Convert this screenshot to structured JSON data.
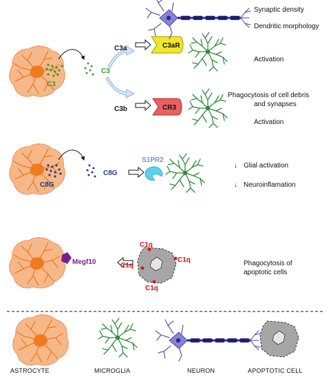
{
  "colors": {
    "astrocyte_fill": "#f6b889",
    "astrocyte_stroke": "#e8782e",
    "astrocyte_body": "#f07a1e",
    "microglia": "#2f8a3a",
    "neuron_body": "#8a82d8",
    "neuron_axon": "#1c1c6e",
    "c3_green": "#3c9a2a",
    "c8g_blue": "#1e3a8a",
    "c3ar_yellow": "#f0e62a",
    "cr3_red": "#e86060",
    "s1pr2_cyan": "#5ad2ec",
    "s1pr2_text": "#6f8fe0",
    "megf10_purple": "#7a1f8a",
    "c1q_red": "#dd1111",
    "apoptotic_gray": "#a6a6a6",
    "arrow_blue": "#8fb4d8"
  },
  "row1": {
    "astro_label": "C3",
    "secreted_label": "C3",
    "c3a_label": "C3a",
    "c3b_label": "C3b",
    "receptor_top": "C3aR",
    "receptor_bottom": "CR3",
    "effect_synaptic": "Synaptic density",
    "effect_dendritic": "Dendritic morphology",
    "effect_activation_top": "Activation",
    "effect_phago_line1": "Phagocytosis of cell debris",
    "effect_phago_line2": "and synapses",
    "effect_activation_bottom": "Activation"
  },
  "row2": {
    "astro_label": "C8G",
    "secreted_label": "C8G",
    "receptor_label": "S1PR2",
    "arrow_down_1": "↓",
    "arrow_down_2": "↓",
    "effect_glial": "Glial activation",
    "effect_neuro": "Neuroinflamation"
  },
  "row3": {
    "receptor_label": "Megf10",
    "c1q_labels": [
      "C1q",
      "C1q",
      "C1q",
      "C1q"
    ],
    "effect_line1": "Phagocytosis of",
    "effect_line2": "apoptotic cells"
  },
  "legend": {
    "astrocyte": "ASTROCYTE",
    "microglia": "MICROGLIA",
    "neuron": "NEURON",
    "apoptotic": "APOPTOTIC CELL"
  }
}
